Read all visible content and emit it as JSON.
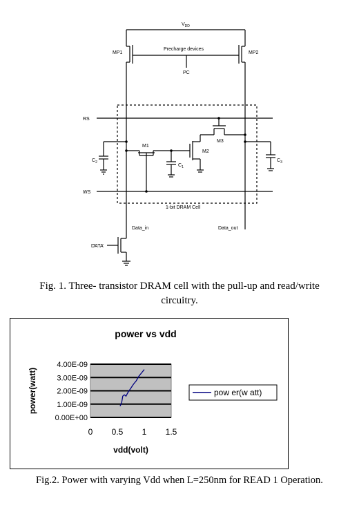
{
  "figure1": {
    "labels": {
      "vdd": "V",
      "vdd_sub": "DD",
      "mp1": "MP1",
      "mp2": "MP2",
      "precharge": "Precharge devices",
      "pc": "PC",
      "rs": "RS",
      "ws": "WS",
      "m1": "M1",
      "m2": "M2",
      "m3": "M3",
      "c1": "C",
      "c1_sub": "1",
      "c2": "C",
      "c2_sub": "2",
      "c3": "C",
      "c3_sub": "3",
      "cell": "1-bit DRAM Cell",
      "data_in": "Data_in",
      "data_out": "Data_out",
      "data_bar": "DATA"
    },
    "caption_line1": "Fig. 1. Three- transistor DRAM cell with the pull-up and read/write",
    "caption_line2": "circuitry."
  },
  "figure2": {
    "caption": "Fig.2. Power with varying Vdd when L=250nm for READ 1 Operation."
  },
  "chart_data": {
    "type": "line",
    "title": "power vs vdd",
    "xlabel": "vdd(volt)",
    "ylabel": "power(watt)",
    "xlim": [
      0,
      1.5
    ],
    "ylim": [
      0,
      4e-09
    ],
    "x_ticks": [
      "0",
      "0.5",
      "1",
      "1.5"
    ],
    "y_ticks": [
      "0.00E+00",
      "1.00E-09",
      "2.00E-09",
      "3.00E-09",
      "4.00E-09"
    ],
    "grid": "horizontal",
    "legend_position": "right",
    "plot_background": "#c0c0c0",
    "series": [
      {
        "name": "pow er(w att)",
        "color": "#000080",
        "points": [
          [
            0.55,
            8.5e-10
          ],
          [
            0.58,
            1.1e-09
          ],
          [
            0.6,
            1.6e-09
          ],
          [
            0.63,
            1.7e-09
          ],
          [
            0.66,
            1.6e-09
          ],
          [
            0.7,
            1.9e-09
          ],
          [
            0.75,
            2.2e-09
          ],
          [
            0.8,
            2.5e-09
          ],
          [
            0.85,
            2.75e-09
          ],
          [
            0.9,
            3.1e-09
          ],
          [
            0.95,
            3.35e-09
          ],
          [
            1.0,
            3.6e-09
          ]
        ]
      }
    ]
  }
}
